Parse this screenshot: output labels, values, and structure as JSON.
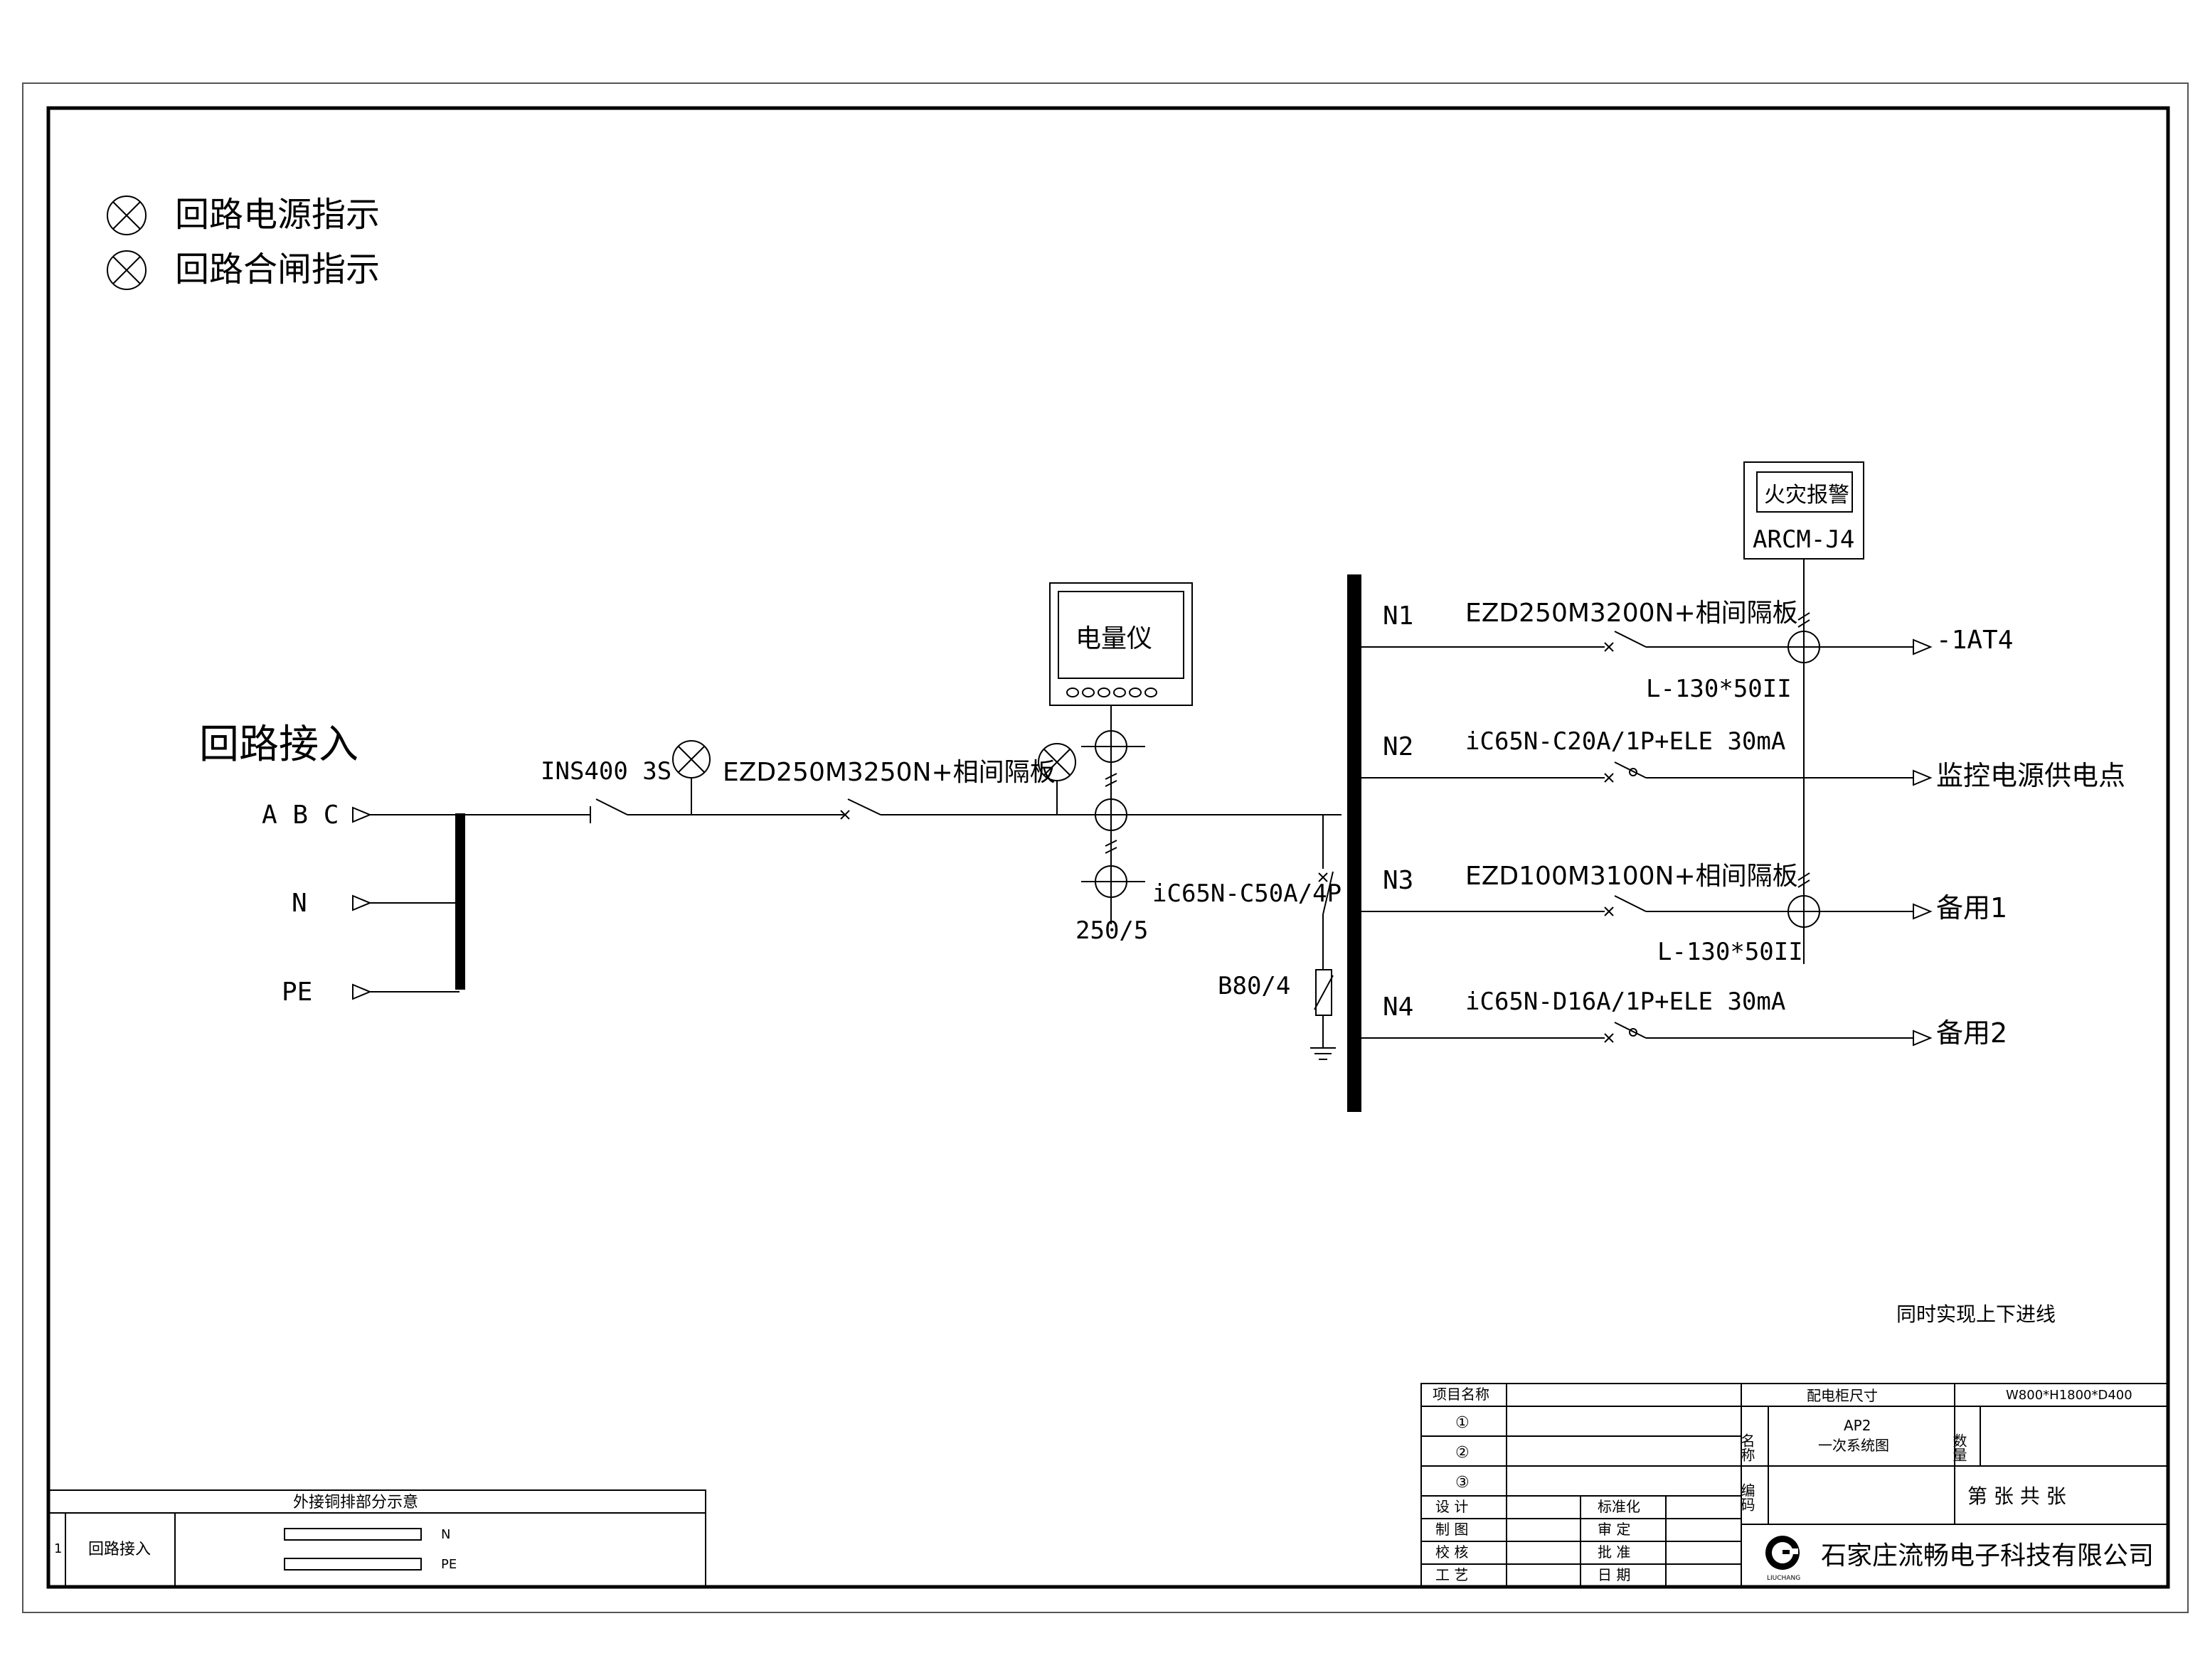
{
  "legend": {
    "items": [
      {
        "label": "回路电源指示"
      },
      {
        "label": "回路合闸指示"
      }
    ]
  },
  "incoming": {
    "title": "回路接入",
    "phases": [
      "A B C",
      "N",
      "PE"
    ]
  },
  "main_circuit": {
    "switch_label": "INS400 3S",
    "breaker_label": "EZD250M3250N+相间隔板",
    "meter_label": "电量仪",
    "ct_label": "250/5",
    "spd_breaker_label": "iC65N-C50A/4P",
    "spd_label": "B80/4"
  },
  "fire_alarm": {
    "label": "火灾报警",
    "model": "ARCM-J4"
  },
  "outgoing": [
    {
      "id": "N1",
      "breaker": "EZD250M3200N+相间隔板",
      "target": "-1AT4",
      "cable": "L-130*50II"
    },
    {
      "id": "N2",
      "breaker": "iC65N-C20A/1P+ELE 30mA",
      "target": "监控电源供电点",
      "cable": ""
    },
    {
      "id": "N3",
      "breaker": "EZD100M3100N+相间隔板",
      "target": "备用1",
      "cable": "L-130*50II"
    },
    {
      "id": "N4",
      "breaker": "iC65N-D16A/1P+ELE 30mA",
      "target": "备用2",
      "cable": ""
    }
  ],
  "note": "同时实现上下进线",
  "busbar_table": {
    "title": "外接铜排部分示意",
    "row_no": "1",
    "row_label": "回路接入",
    "bars": [
      "N",
      "PE"
    ]
  },
  "title_block": {
    "project_name_label": "项目名称",
    "cabinet_size_label": "配电柜尺寸",
    "cabinet_size_value": "W800*H1800*D400",
    "row_markers": [
      "①",
      "②",
      "③"
    ],
    "name_label": "名称",
    "name_value_1": "AP2",
    "name_value_2": "一次系统图",
    "quantity_label": "数量",
    "code_label": "编码",
    "sheet_text": "第    张 共    张",
    "roles_left": [
      "设  计",
      "制  图",
      "校  核",
      "工  艺"
    ],
    "roles_right": [
      "标准化",
      "审  定",
      "批  准",
      "日  期"
    ],
    "logo_text": "LIUCHANG",
    "company": "石家庄流畅电子科技有限公司"
  }
}
